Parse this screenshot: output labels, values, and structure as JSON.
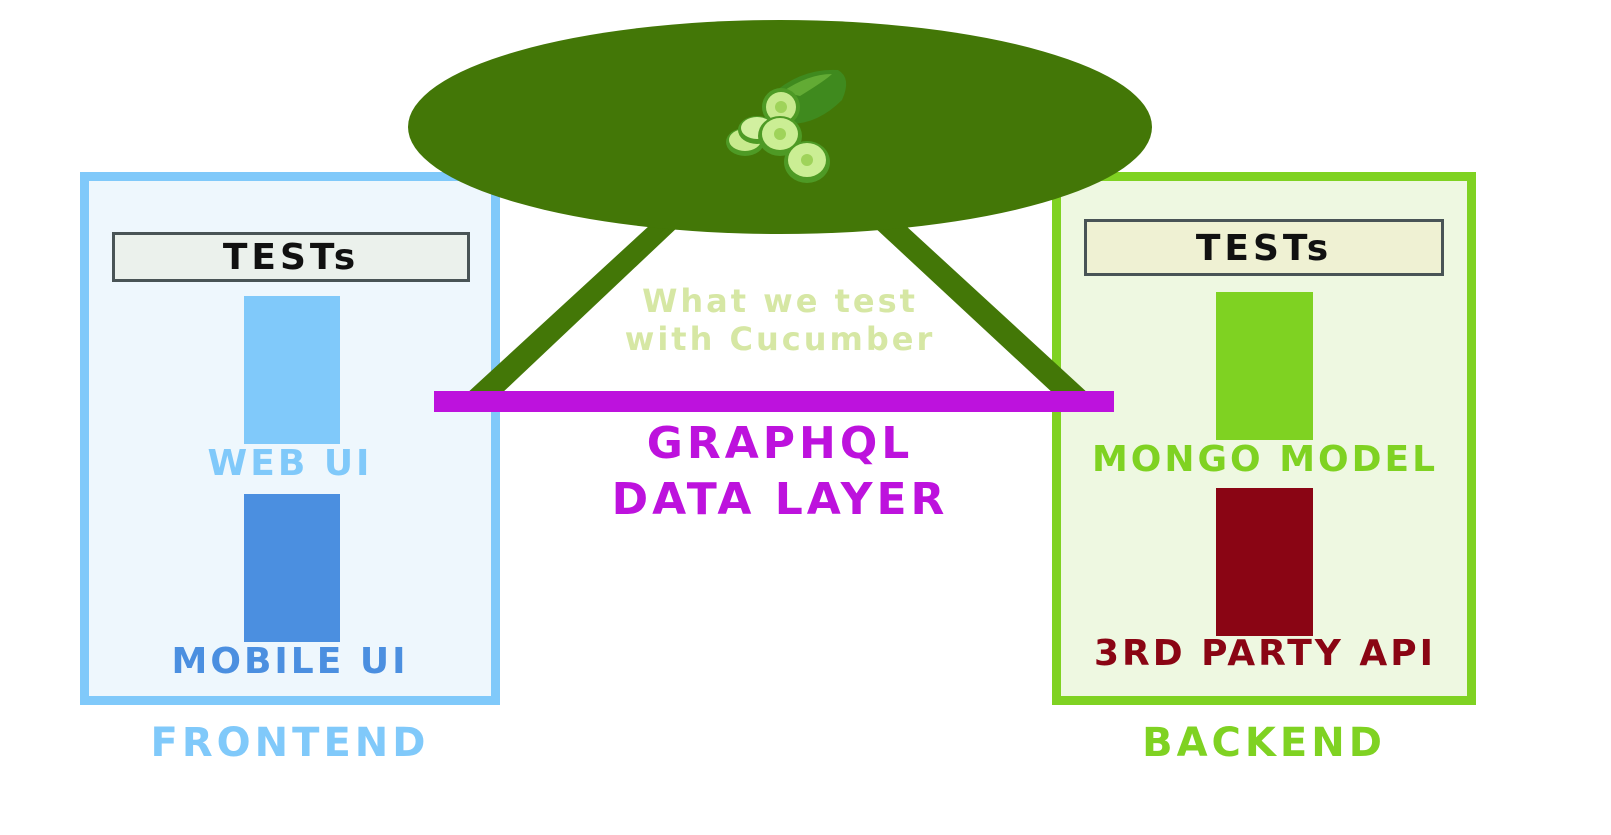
{
  "frontend": {
    "tests_label": "TESTs",
    "web_ui_label": "WEB UI",
    "mobile_ui_label": "MOBILE UI",
    "section_label": "FRONTEND"
  },
  "backend": {
    "tests_label": "TESTs",
    "mongo_label": "MONGO MODEL",
    "api_label": "3RD PARTY API",
    "section_label": "BACKEND"
  },
  "data_layer": {
    "line1": "GRAPHQL",
    "line2": "DATA LAYER"
  },
  "cucumber_scope": {
    "line1": "What we test",
    "line2": "with Cucumber",
    "icon": "cucumber-icon"
  },
  "colors": {
    "frontend_accent": "#80c9fa",
    "mobile_accent": "#4b8fe0",
    "backend_accent": "#7fd222",
    "api_accent": "#8a0514",
    "graphql_accent": "#bd12dd",
    "scope_green": "#437707"
  }
}
